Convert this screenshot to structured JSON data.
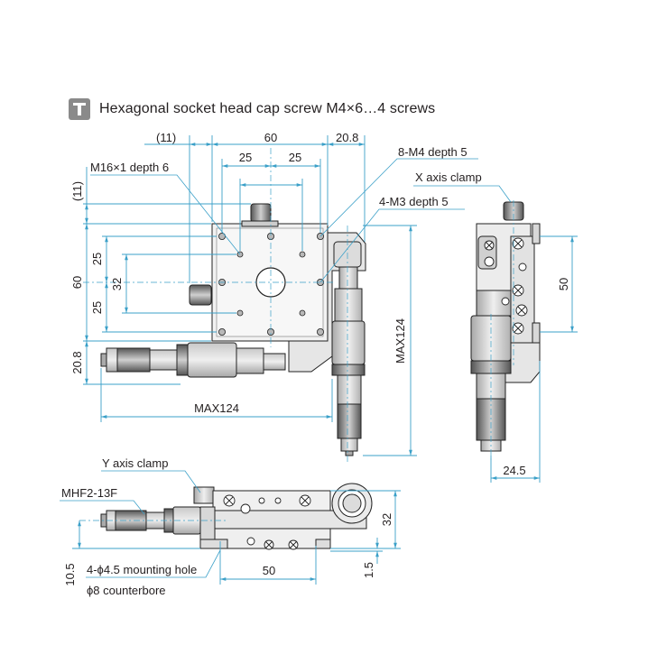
{
  "header": {
    "icon": "hex-screwdriver-icon",
    "text": "Hexagonal socket head cap screw M4×6…4 screws"
  },
  "dims": {
    "d11_top": "(11)",
    "d60_top": "60",
    "d25_a": "25",
    "d25_b": "25",
    "d20_8_top": "20.8",
    "d11_left": "(11)",
    "d60_left": "60",
    "d25_left_a": "25",
    "d32_left": "32",
    "d25_left_b": "25",
    "d20_8_left": "20.8",
    "dmax124_h": "MAX124",
    "dmax124_v": "MAX124",
    "d50_side": "50",
    "d24_5": "24.5",
    "d32_front": "32",
    "d50_front": "50",
    "d10_5": "10.5",
    "d1_5": "1.5"
  },
  "callouts": {
    "m16": "M16×1 depth 6",
    "m4": "8-M4 depth 5",
    "m3": "4-M3 depth 5",
    "x_clamp": "X axis clamp",
    "y_clamp": "Y axis clamp",
    "mhf": "MHF2-13F",
    "mount1": "4-ϕ4.5 mounting hole",
    "mount2": "ϕ8 counterbore"
  }
}
